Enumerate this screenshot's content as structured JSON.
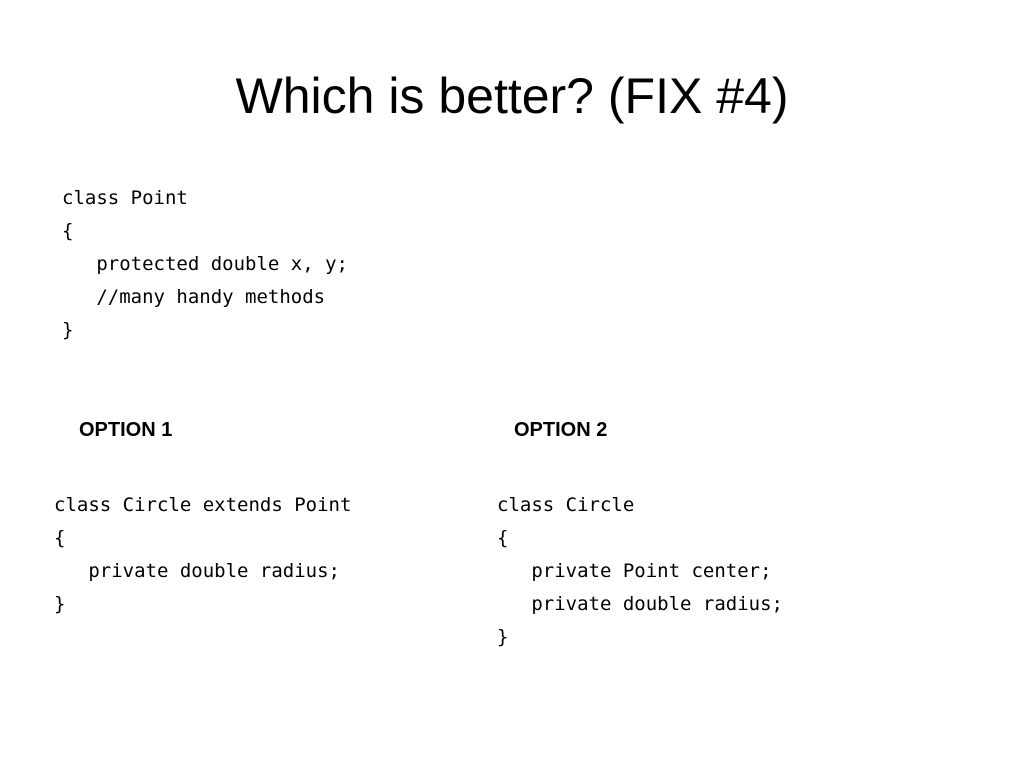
{
  "slide": {
    "title": "Which is better? (FIX #4)"
  },
  "point_code": {
    "lines": [
      "class Point",
      "{",
      "   protected double x, y;",
      "   //many handy methods",
      "}"
    ]
  },
  "option1": {
    "label": "OPTION 1",
    "lines": [
      "class Circle extends Point",
      "{",
      "   private double radius;",
      "}"
    ]
  },
  "option2": {
    "label": "OPTION 2",
    "lines": [
      "class Circle",
      "{",
      "   private Point center;",
      "   private double radius;",
      "}"
    ]
  }
}
